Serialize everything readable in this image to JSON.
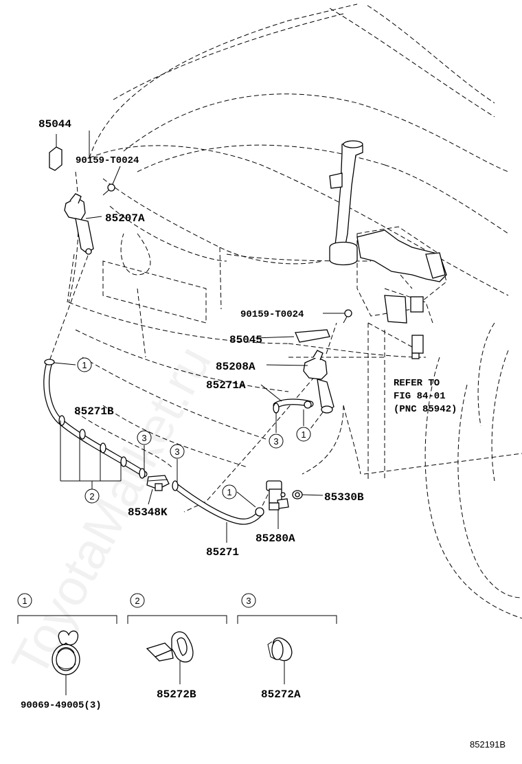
{
  "labels": {
    "p85044": "85044",
    "p90159_top": "90159-T0024",
    "p85207A": "85207A",
    "p90159_mid": "90159-T0024",
    "p85045": "85045",
    "p85208A": "85208A",
    "p85271A": "85271A",
    "p85271B": "85271B",
    "p85348K": "85348K",
    "p85271": "85271",
    "p85280A": "85280A",
    "p85330B": "85330B",
    "refer_line1": "REFER TO",
    "refer_line2": "FIG 84-01",
    "refer_line3": "(PNC 85942)",
    "p90069": "90069-49005(3)",
    "p85272B": "85272B",
    "p85272A": "85272A"
  },
  "callouts": {
    "one": "1",
    "two": "2",
    "three": "3"
  },
  "diagram_code": "852191B",
  "watermark": "ToyotaMarket.ru"
}
